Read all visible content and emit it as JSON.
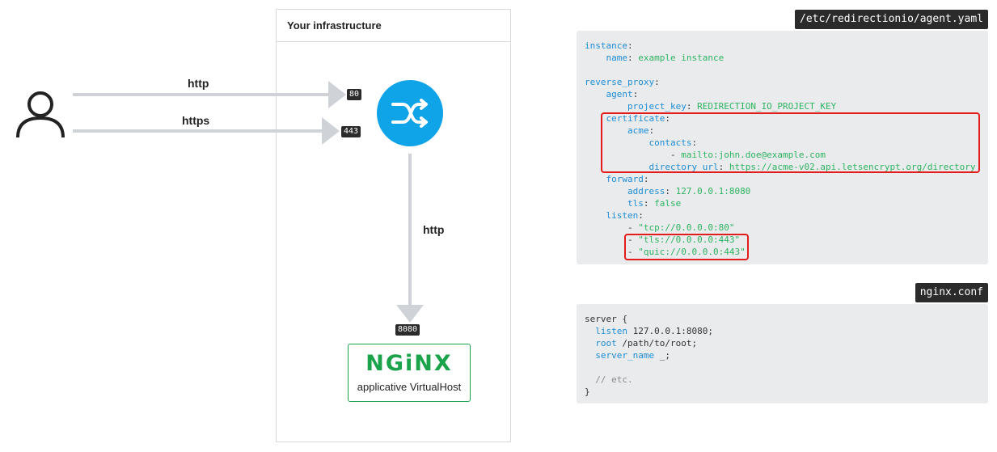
{
  "diagram": {
    "infra_title": "Your infrastructure",
    "labels": {
      "http_in": "http",
      "https_in": "https",
      "http_internal": "http"
    },
    "ports": {
      "http": "80",
      "https": "443",
      "backend": "8080"
    },
    "nginx": {
      "logo": "NGiNX",
      "caption": "applicative VirtualHost"
    },
    "colors": {
      "router": "#0fa3e8",
      "arrow": "#cfd3d8",
      "nginx": "#1aa34a",
      "highlight": "#e31b1b"
    },
    "icons": [
      "user-icon",
      "shuffle-router-icon"
    ]
  },
  "agent_file": {
    "filename": "/etc/redirectionio/agent.yaml",
    "lines": [
      {
        "indent": "",
        "key": "instance",
        "sep": ":",
        "value": ""
      },
      {
        "indent": "    ",
        "key": "name",
        "sep": ": ",
        "value": "example instance"
      },
      {
        "indent": "",
        "key": "",
        "sep": "",
        "value": ""
      },
      {
        "indent": "",
        "key": "reverse_proxy",
        "sep": ":",
        "value": ""
      },
      {
        "indent": "    ",
        "key": "agent",
        "sep": ":",
        "value": ""
      },
      {
        "indent": "        ",
        "key": "project_key",
        "sep": ": ",
        "value": "REDIRECTION_IO_PROJECT_KEY"
      },
      {
        "indent": "    ",
        "key": "certificate",
        "sep": ":",
        "value": ""
      },
      {
        "indent": "        ",
        "key": "acme",
        "sep": ":",
        "value": ""
      },
      {
        "indent": "            ",
        "key": "contacts",
        "sep": ":",
        "value": ""
      },
      {
        "indent": "                ",
        "key": "",
        "sep": "- ",
        "value": "mailto:john.doe@example.com"
      },
      {
        "indent": "            ",
        "key": "directory_url",
        "sep": ": ",
        "value": "https://acme-v02.api.letsencrypt.org/directory"
      },
      {
        "indent": "    ",
        "key": "forward",
        "sep": ":",
        "value": ""
      },
      {
        "indent": "        ",
        "key": "address",
        "sep": ": ",
        "value": "127.0.0.1:8080"
      },
      {
        "indent": "        ",
        "key": "tls",
        "sep": ": ",
        "value": "false"
      },
      {
        "indent": "    ",
        "key": "listen",
        "sep": ":",
        "value": ""
      },
      {
        "indent": "        ",
        "key": "",
        "sep": "- ",
        "value": "\"tcp://0.0.0.0:80\""
      },
      {
        "indent": "        ",
        "key": "",
        "sep": "- ",
        "value": "\"tls://0.0.0.0:443\""
      },
      {
        "indent": "        ",
        "key": "",
        "sep": "- ",
        "value": "\"quic://0.0.0.0:443\""
      }
    ]
  },
  "nginx_file": {
    "filename": "nginx.conf",
    "lines": [
      {
        "kind": "plain",
        "pre": "",
        "key": "",
        "text": "server {"
      },
      {
        "kind": "kv",
        "pre": "  ",
        "key": "listen",
        "text": " 127.0.0.1:8080;"
      },
      {
        "kind": "kv",
        "pre": "  ",
        "key": "root",
        "text": " /path/to/root;"
      },
      {
        "kind": "kv",
        "pre": "  ",
        "key": "server_name",
        "text": " _;"
      },
      {
        "kind": "plain",
        "pre": "",
        "key": "",
        "text": ""
      },
      {
        "kind": "comment",
        "pre": "  ",
        "key": "",
        "text": "// etc."
      },
      {
        "kind": "plain",
        "pre": "",
        "key": "",
        "text": "}"
      }
    ]
  }
}
